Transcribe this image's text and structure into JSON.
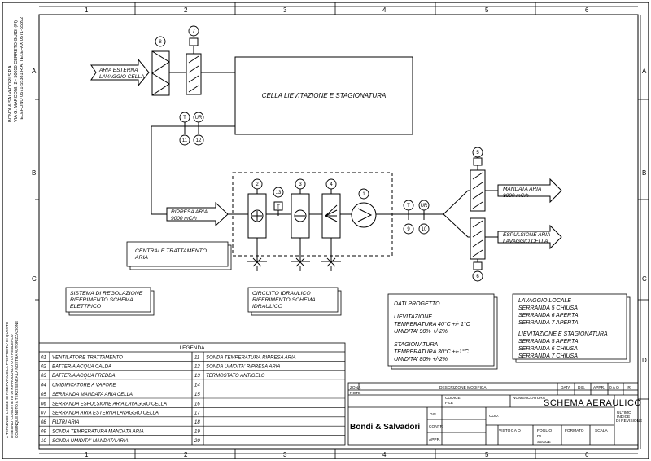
{
  "grid": {
    "cols": [
      "1",
      "2",
      "3",
      "4",
      "5",
      "6"
    ],
    "rows": [
      "A",
      "B",
      "C",
      "D"
    ]
  },
  "company_side": {
    "name": "BONDI & SALVADORI S.P.A.",
    "address": "VIA G. MARCONI, 2 - 50050 CERRETO GUIDI (FI)",
    "phone": "TELEFONO 0571-55381 R.A. TELEFAX 0571-55392"
  },
  "rights_notice": [
    "A TERMINI DI LEGGE CI RISERVIAMO LA PROPRIETA' DI QUESTO",
    "DISEGNO CON DIVIETO DI RIPRODURLO O DI RENDERLO",
    "COMUNQUE NOTO A TERZI SENZA LA NOSTRA AUTORIZZAZIONE"
  ],
  "diagram": {
    "inlet_air": [
      "ARIA ESTERNA",
      "LAVAGGIO CELLA"
    ],
    "cell": "CELLA LIEVITAZIONE E STAGIONATURA",
    "return_air": [
      "RIPRESA ARIA",
      "9000 mC/h"
    ],
    "supply_air": [
      "MANDATA ARIA",
      "9000 mC/h"
    ],
    "exhaust_air": [
      "ESPULSIONE ARIA",
      "LAVAGGIO CELLA"
    ],
    "tags": {
      "t8": "8",
      "t7": "7",
      "t2": "2",
      "t13": "13",
      "t3": "3",
      "t4": "4",
      "t1": "1",
      "t11": "11",
      "t12": "12",
      "t9": "9",
      "t10": "10",
      "t5": "5",
      "t6": "6",
      "T": "T",
      "UR": "UR"
    },
    "note_ahu": [
      "CENTRALE TRATTAMENTO",
      "ARIA"
    ],
    "note_regulation": [
      "SISTEMA DI REGOLAZIONE",
      "RIFERIMENTO SCHEMA",
      "ELETTRICO"
    ],
    "note_hydraulic": [
      "CIRCUITO IDRAULICO",
      "RIFERIMENTO SCHEMA",
      "IDRAULICO"
    ],
    "design_data": [
      "DATI PROGETTO",
      "LIEVITAZIONE",
      "TEMPERATURA 40°C +/- 1°C",
      "UMIDITA' 90% +/-2%",
      "STAGIONATURA",
      "TEMPERATURA 30°C +/-1°C",
      "UMIDITA' 80% +/-2%"
    ],
    "dampers_status": [
      "LAVAGGIO LOCALE",
      "SERRANDA 5 CHIUSA",
      "SERRANDA 6 APERTA",
      "SERRANDA 7 APERTA",
      "LIEVITAZIONE E STAGIONATURA",
      "SERRANDA 5 APERTA",
      "SERRANDA 6 CHIUSA",
      "SERRANDA 7 CHIUSA"
    ]
  },
  "legend": {
    "title": "LEGENDA",
    "left": [
      {
        "n": "01",
        "t": "VENTILATORE TRATTAMENTO"
      },
      {
        "n": "02",
        "t": "BATTERIA ACQUA CALDA"
      },
      {
        "n": "03",
        "t": "BATTERIA ACQUA FREDDA"
      },
      {
        "n": "04",
        "t": "UMIDIFICATORE A VAPORE"
      },
      {
        "n": "05",
        "t": "SERRANDA MANDATA ARIA CELLA"
      },
      {
        "n": "06",
        "t": "SERRANDA ESPULSIONE ARIA LAVAGGIO CELLA"
      },
      {
        "n": "07",
        "t": "SERRANDA ARIA ESTERNA LAVAGGIO CELLA"
      },
      {
        "n": "08",
        "t": "FILTRI ARIA"
      },
      {
        "n": "09",
        "t": "SONDA TEMPERATURA MANDATA ARIA"
      },
      {
        "n": "10",
        "t": "SONDA UMIDITA' MANDATA ARIA"
      }
    ],
    "right": [
      {
        "n": "11",
        "t": "SONDA TEMPERATURA RIPRESA ARIA"
      },
      {
        "n": "12",
        "t": "SONDA UMIDITA' RIPRESA ARIA"
      },
      {
        "n": "13",
        "t": "TERMOSTATO ANTIGELO"
      },
      {
        "n": "14",
        "t": ""
      },
      {
        "n": "15",
        "t": ""
      },
      {
        "n": "16",
        "t": ""
      },
      {
        "n": "17",
        "t": ""
      },
      {
        "n": "18",
        "t": ""
      },
      {
        "n": "19",
        "t": ""
      },
      {
        "n": "20",
        "t": ""
      }
    ]
  },
  "title_block": {
    "zona": "ZONA",
    "note": "NOTE",
    "descrizione": "DESCRIZIONE MODIFICA",
    "data": "DATA",
    "dis": "DIS.",
    "appr": "APPR.",
    "rev_letters": "0  A  Q",
    "ir": "IR",
    "codice": "CODICE",
    "file": "FILE",
    "nomenclatura": "NOMENCLATURA",
    "title": "SCHEMA AERAULICO",
    "company": "Bondi & Salvadori",
    "dis2": "DIS.",
    "contr": "CONTR.",
    "appr2": "APPR.",
    "cod": "COD.",
    "visto": "VISTO",
    "visto_letters": "0  A  Q",
    "foglio": "FOGLIO",
    "di": "DI",
    "segue": "SEGUE",
    "formato": "FORMATO",
    "scala": "SCALA",
    "ultimo": [
      "ULTIMO",
      "INDICE",
      "DI REVISIONE"
    ]
  }
}
